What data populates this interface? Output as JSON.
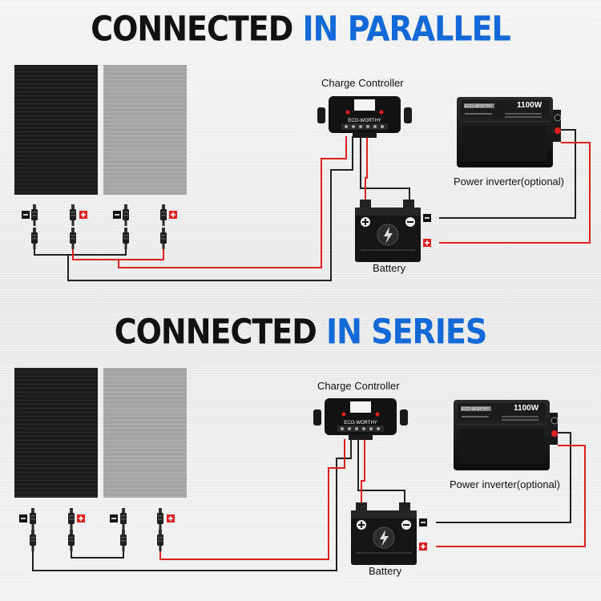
{
  "sections": [
    {
      "title_part1": "CONNECTED",
      "title_part2": "IN PARALLEL",
      "charge_controller_label": "Charge Controller",
      "controller_brand": "ECO-WORTHY",
      "inverter_label": "Power inverter(optional)",
      "inverter_model": "1100W",
      "inverter_brand": "ECO-WORTHY",
      "battery_label": "Battery"
    },
    {
      "title_part1": "CONNECTED",
      "title_part2": "IN SERIES",
      "charge_controller_label": "Charge Controller",
      "controller_brand": "ECO-WORTHY",
      "inverter_label": "Power inverter(optional)",
      "inverter_model": "1100W",
      "inverter_brand": "ECO-WORTHY",
      "battery_label": "Battery"
    }
  ],
  "colors": {
    "title_dark": "#111111",
    "title_accent": "#1469d8",
    "wire_red": "#e02020",
    "wire_black": "#222222"
  }
}
